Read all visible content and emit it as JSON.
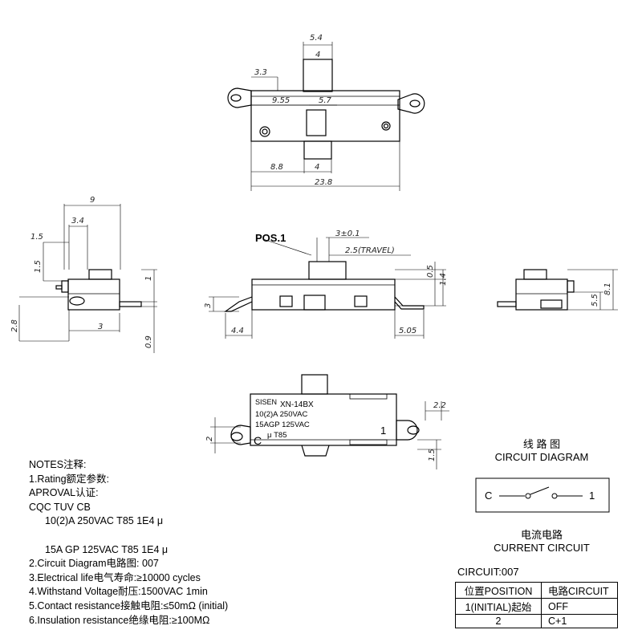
{
  "top_view": {
    "dims": {
      "d5_4": "5.4",
      "d4_top": "4",
      "d3_3": "3.3",
      "d9_55": "9.55",
      "d5_7": "5.7",
      "d8_8": "8.8",
      "d4_bottom": "4",
      "d23_8": "23.8"
    }
  },
  "side_left": {
    "dims": {
      "d9": "9",
      "d3_4": "3.4",
      "d1_5_h": "1.5",
      "d1_5_v": "1.5",
      "d1": "1",
      "d2_8": "2.8",
      "d3": "3",
      "d0_9": "0.9"
    }
  },
  "front_view": {
    "pos_label": "POS.1",
    "dims": {
      "d3_tol": "3±0.1",
      "travel": "2.5(TRAVEL)",
      "d0_5": "0.5",
      "d1_4": "1.4",
      "d3_left": "3",
      "d4_4": "4.4",
      "d5_05": "5.05"
    }
  },
  "side_right": {
    "dims": {
      "d5_5": "5.5",
      "d8_1": "8.1"
    }
  },
  "bottom_view": {
    "marking": {
      "brand": "SISEN",
      "model": "XN-14BX",
      "line1": "10(2)A  250VAC",
      "line2": "15AGP  125VAC",
      "line3": "μ T85",
      "terminal_c": "C",
      "terminal_1": "1"
    },
    "dims": {
      "d2": "2",
      "d2_2": "2.2",
      "d1_5": "1.5"
    }
  },
  "notes": {
    "title": "NOTES注释:",
    "rating_label": "1.Rating额定参数:",
    "approval_label": "APROVAL认证:",
    "approval_bodies": "CQC TUV CB",
    "rating_1": "10(2)A 250VAC T85 1E4 μ",
    "rating_2": "15A GP 125VAC  T85 1E4 μ",
    "circuit_diagram": "2.Circuit Diagram电路图: 007",
    "electrical_life": "3.Electrical life电气寿命:≥10000 cycles",
    "withstand_voltage": "4.Withstand Voltage耐压:1500VAC 1min",
    "contact_resistance": "5.Contact resistance接触电阻:≤50mΩ (initial)",
    "insulation_resistance": "6.Insulation resistance绝缘电阻:≥100MΩ"
  },
  "circuit_diagram": {
    "title_cn": "线 路 图",
    "title_en": "CIRCUIT DIAGRAM",
    "terminal_left": "C",
    "terminal_right": "1"
  },
  "current_circuit": {
    "title_cn": "电流电路",
    "title_en": "CURRENT CIRCUIT",
    "circuit_label": "CIRCUIT:007",
    "headers": [
      "位置POSITION",
      "电路CIRCUIT"
    ],
    "rows": [
      [
        "1(INITIAL)起始",
        "OFF"
      ],
      [
        "2",
        "C+1"
      ]
    ]
  }
}
